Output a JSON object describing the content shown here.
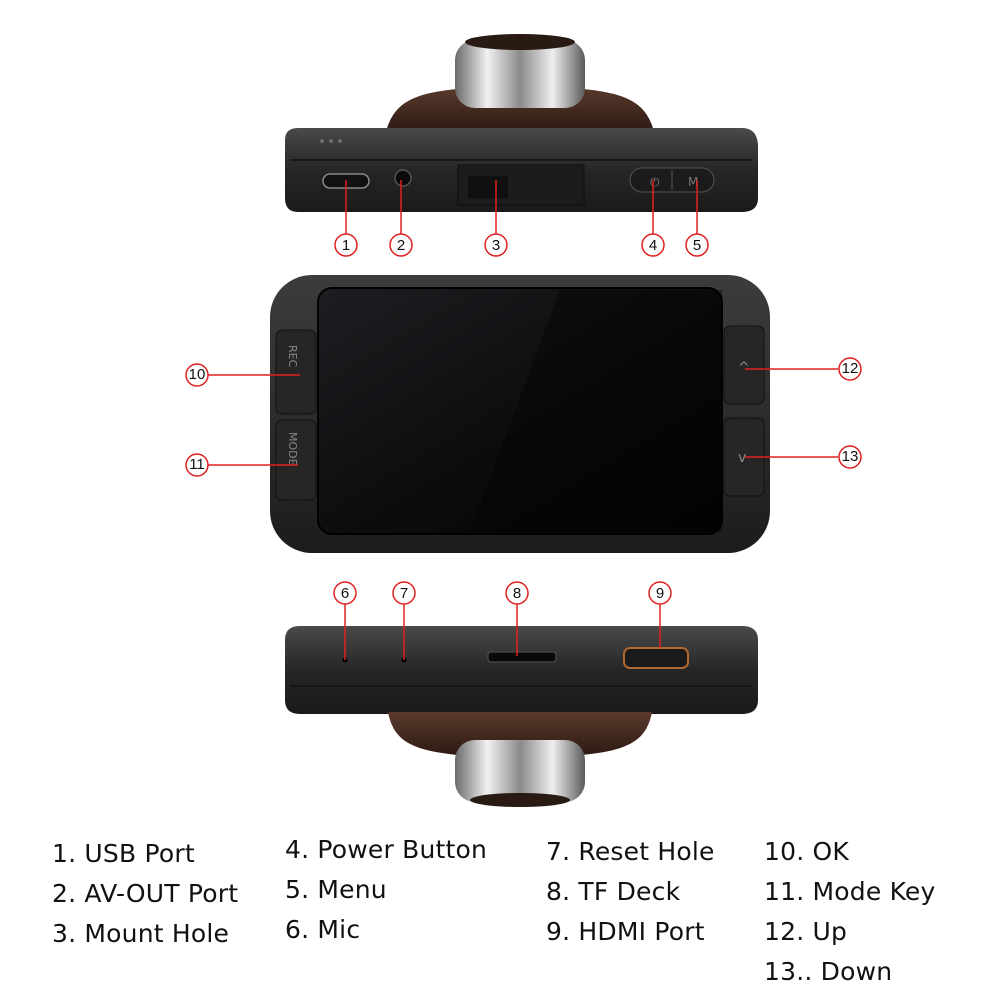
{
  "device": {
    "top_view": {
      "button_letters": [
        "⏻",
        "M"
      ]
    },
    "front_view": {
      "rec_button_text": "REC",
      "mode_button_text": "MODE",
      "up_symbol": "^",
      "down_symbol": "v"
    }
  },
  "callouts": {
    "c1": "1",
    "c2": "2",
    "c3": "3",
    "c4": "4",
    "c5": "5",
    "c6": "6",
    "c7": "7",
    "c8": "8",
    "c9": "9",
    "c10": "10",
    "c11": "11",
    "c12": "12",
    "c13": "13"
  },
  "legend": {
    "col1": [
      "1. USB Port",
      "2. AV-OUT Port",
      "3. Mount Hole"
    ],
    "col2": [
      "4. Power Button",
      "5. Menu",
      "6. Mic"
    ],
    "col3": [
      "7. Reset Hole",
      "8. TF Deck",
      "9. HDMI Port"
    ],
    "col4": [
      "10. OK",
      "11. Mode Key",
      "12. Up",
      "13.. Down"
    ]
  },
  "colors": {
    "callout_line": "#e02020",
    "body": "#2a2a2a",
    "lens_mount": "#3a241c",
    "chrome": "#c8c8c8"
  }
}
